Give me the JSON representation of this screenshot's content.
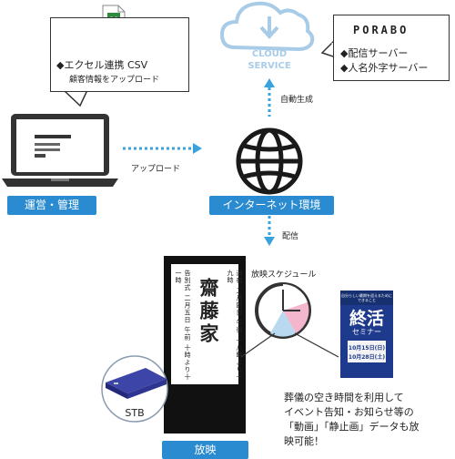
{
  "excel_bubble": {
    "line1": "◆エクセル連携 CSV",
    "line2": "顧客情報をアップロード"
  },
  "cloud": {
    "line1": "CLOUD",
    "line2": "SERVICE"
  },
  "porabo_bubble": {
    "logo": "PORABO",
    "item1": "◆配信サーバー",
    "item2": "◆人名外字サーバー"
  },
  "labels": {
    "auto_generate": "自動生成",
    "upload": "アップロード",
    "delivery": "配信",
    "schedule": "放映スケジュール",
    "stb": "STB"
  },
  "badges": {
    "operation": "運営・管理",
    "internet": "インターネット環境",
    "broadcast": "放映"
  },
  "sign": {
    "name": "齋藤家",
    "col_right": "通夜 二月四日 午後 十八時より十九時",
    "col_left": "告別式 二月五日 午前 十時より十一時"
  },
  "poster": {
    "top": "自分らしい最期を迎えるためにできること",
    "title": "終活",
    "subtitle": "セミナー",
    "date1": "10月15日(日)",
    "date2": "10月28日(土)"
  },
  "caption": {
    "line1": "葬儀の空き時間を利用して",
    "line2": "イベント告知・お知らせ等の",
    "line3": "「動画」「静止画」データも放",
    "line4": "映可能！"
  },
  "colors": {
    "accent": "#2a8bd0",
    "arrow": "#3aa3dd",
    "cloud": "#a8cce8"
  }
}
